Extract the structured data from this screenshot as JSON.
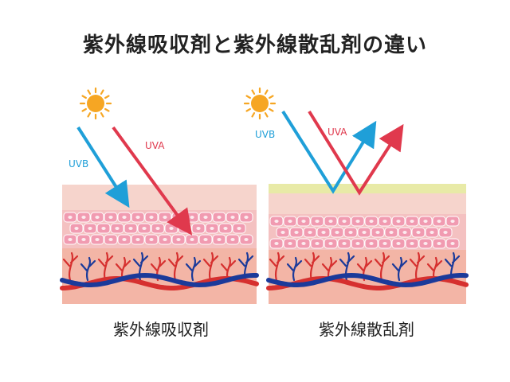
{
  "title": "紫外線吸収剤と紫外線散乱剤の違い",
  "panels": {
    "left": {
      "caption": "紫外線吸収剤",
      "uvb": "UVB",
      "uva": "UVA"
    },
    "right": {
      "caption": "紫外線散乱剤",
      "uvb": "UVB",
      "uva": "UVA"
    }
  },
  "colors": {
    "sun": "#f6a623",
    "uvb": "#1f9fd8",
    "uva": "#e0394d",
    "epidermis_top": "#f6d4cc",
    "cell_layer": "#f4c1c1",
    "cell": "#f19bb1",
    "dermis": "#f3b5a6",
    "vein": "#1b3a9a",
    "artery": "#d6302f",
    "coating": "#e8eaa7"
  },
  "icons": [
    "sun-icon",
    "sun-icon"
  ]
}
